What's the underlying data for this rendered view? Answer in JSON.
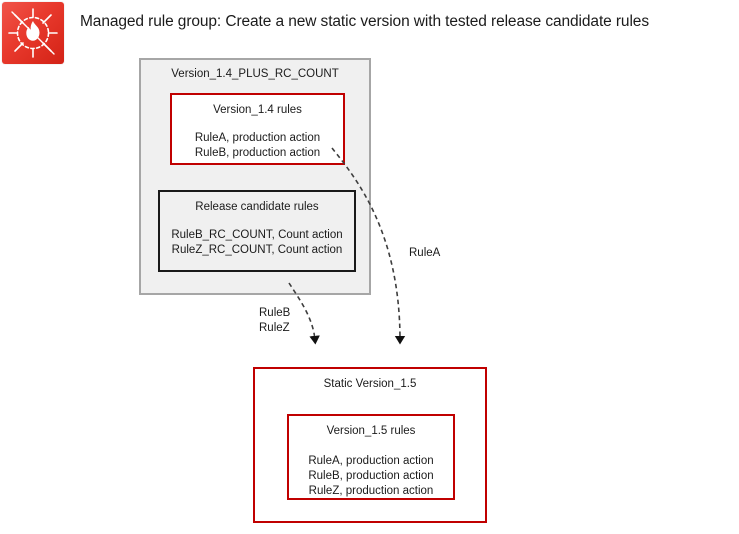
{
  "page": {
    "title": "Managed rule group: Create a new static version with tested release candidate rules",
    "logo_icon": "aws-waf-flame-target-icon",
    "logo_color": "#e8392c"
  },
  "diagram": {
    "type": "flow-diagram",
    "group_container": {
      "label": "Version_1.4_PLUS_RC_COUNT",
      "border_color": "#a6a6a6",
      "fill_color": "#f0f0f0",
      "boxes": [
        {
          "title": "Version_1.4 rules",
          "border_color": "#c00000",
          "fill_color": "#ffffff",
          "rules": [
            "RuleA, production action",
            "RuleB, production action"
          ]
        },
        {
          "title": "Release candidate rules",
          "border_color": "#1a1a1a",
          "fill_color": "#f0f0f0",
          "rules": [
            "RuleB_RC_COUNT, Count action",
            "RuleZ_RC_COUNT, Count action"
          ]
        }
      ]
    },
    "target_container": {
      "label": "Static Version_1.5",
      "border_color": "#c00000",
      "fill_color": "#ffffff",
      "boxes": [
        {
          "title": "Version_1.5 rules",
          "border_color": "#c00000",
          "fill_color": "#ffffff",
          "rules": [
            "RuleA, production action",
            "RuleB, production action",
            "RuleZ, production action"
          ]
        }
      ]
    },
    "connectors": [
      {
        "label": "RuleA",
        "from": "Version_1.4 rules",
        "to": "Static Version_1.5",
        "style": "dashed",
        "color": "#404040"
      },
      {
        "label_line1": "RuleB",
        "label_line2": "RuleZ",
        "from": "Release candidate rules",
        "to": "Static Version_1.5",
        "style": "dashed",
        "color": "#404040"
      }
    ]
  }
}
